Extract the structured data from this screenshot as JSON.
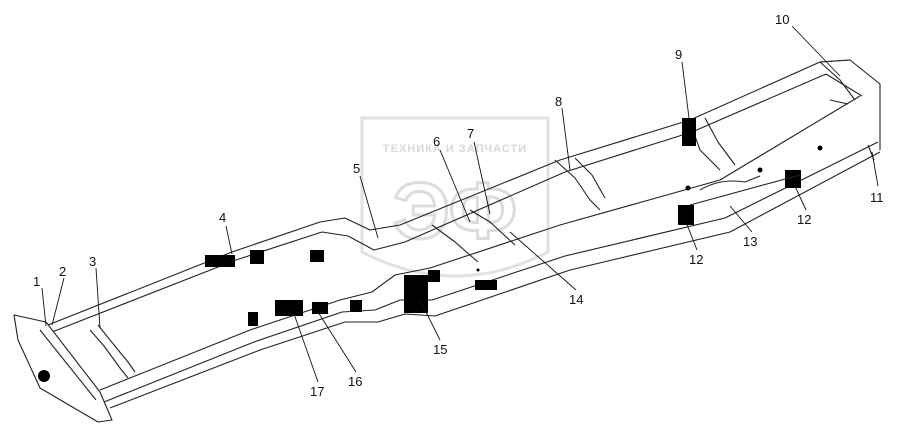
{
  "watermark": {
    "top_text": "ТЕХНИКА И ЗАПЧАСТИ",
    "logo_letters": "ЭФ"
  },
  "callouts": [
    {
      "id": "1",
      "label": "1"
    },
    {
      "id": "2",
      "label": "2"
    },
    {
      "id": "3",
      "label": "3"
    },
    {
      "id": "4",
      "label": "4"
    },
    {
      "id": "5",
      "label": "5"
    },
    {
      "id": "6",
      "label": "6"
    },
    {
      "id": "7",
      "label": "7"
    },
    {
      "id": "8",
      "label": "8"
    },
    {
      "id": "9",
      "label": "9"
    },
    {
      "id": "10",
      "label": "10"
    },
    {
      "id": "11",
      "label": "11"
    },
    {
      "id": "12a",
      "label": "12"
    },
    {
      "id": "12b",
      "label": "12"
    },
    {
      "id": "13",
      "label": "13"
    },
    {
      "id": "14",
      "label": "14"
    },
    {
      "id": "15",
      "label": "15"
    },
    {
      "id": "16",
      "label": "16"
    },
    {
      "id": "17",
      "label": "17"
    }
  ]
}
